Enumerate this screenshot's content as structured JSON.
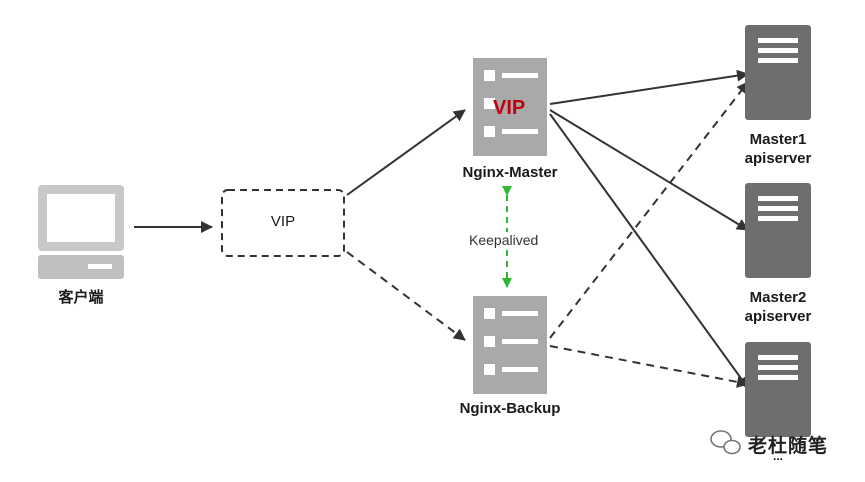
{
  "vip_box": {
    "label": "VIP"
  },
  "client": {
    "label": "客户端"
  },
  "nginx_master": {
    "label": "Nginx-Master",
    "vip_tag": "VIP"
  },
  "nginx_backup": {
    "label": "Nginx-Backup"
  },
  "keepalived": {
    "label": "Keepalived"
  },
  "servers": [
    {
      "line1": "Master1",
      "line2": "apiserver"
    },
    {
      "line1": "Master2",
      "line2": "apiserver"
    },
    {
      "line1": "...",
      "line2": ""
    }
  ],
  "watermark": {
    "text": "老杜随笔"
  },
  "colors": {
    "server_fill": "#6e6e6e",
    "nginx_fill": "#a9a9a9",
    "arrow": "#333333",
    "keepalived_arrow": "#2fb82f",
    "vip_red": "#c0000f"
  }
}
